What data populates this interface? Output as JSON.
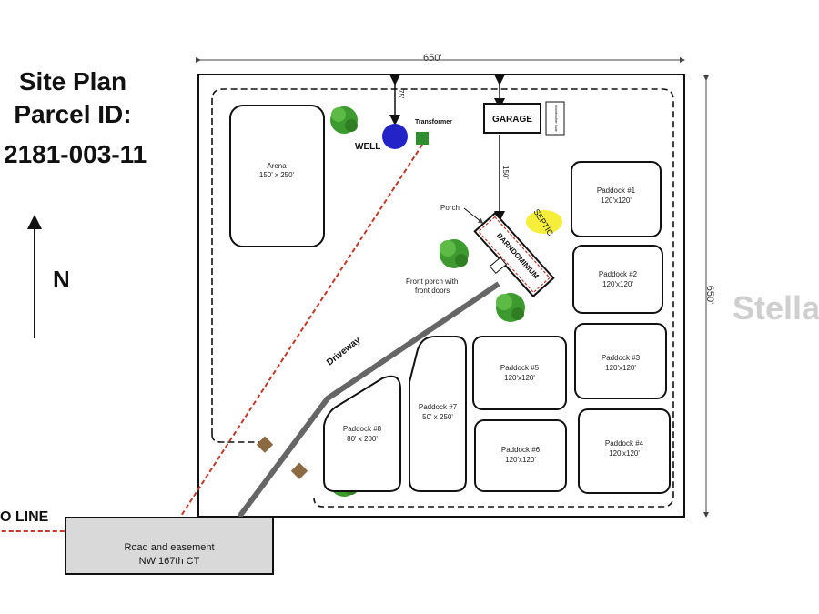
{
  "title": {
    "line1": "Site Plan",
    "line2": "Parcel ID:",
    "line3": "2181-003-11"
  },
  "north": "N",
  "line_label": "O LINE",
  "watermark": "Stellar",
  "dimensions": {
    "top": "650'",
    "right": "650'",
    "well_offset": "75'",
    "garage_offset": "150'"
  },
  "features": {
    "arena": {
      "name": "Arena",
      "size": "150' x 250'"
    },
    "well": "WELL",
    "transformer": "Transformer",
    "garage": "GARAGE",
    "garage_tag": "Grandmother Suite",
    "porch": "Porch",
    "barndominium": "BARNDOMINIUM",
    "septic": "SEPTIC",
    "front_porch": [
      "Front porch with",
      "front doors"
    ],
    "driveway": "Driveway",
    "road": [
      "Road and easement",
      "NW 167th CT"
    ]
  },
  "paddocks": [
    {
      "name": "Paddock #1",
      "size": "120'x120'"
    },
    {
      "name": "Paddock #2",
      "size": "120'x120'"
    },
    {
      "name": "Paddock #3",
      "size": "120'x120'"
    },
    {
      "name": "Paddock #4",
      "size": "120'x120'"
    },
    {
      "name": "Paddock #5",
      "size": "120'x120'"
    },
    {
      "name": "Paddock #6",
      "size": "120'x120'"
    },
    {
      "name": "Paddock #7",
      "size": "50' x 250'"
    },
    {
      "name": "Paddock #8",
      "size": "80' x 200'"
    }
  ],
  "colors": {
    "utility_line": "#c0392b",
    "well": "#2323c8",
    "transformer": "#2f8f2f",
    "septic": "#f5ee3a",
    "driveway": "#666666",
    "gate": "#8b6a43",
    "road": "#d9d9d9",
    "tree": "#3c9a2e"
  }
}
